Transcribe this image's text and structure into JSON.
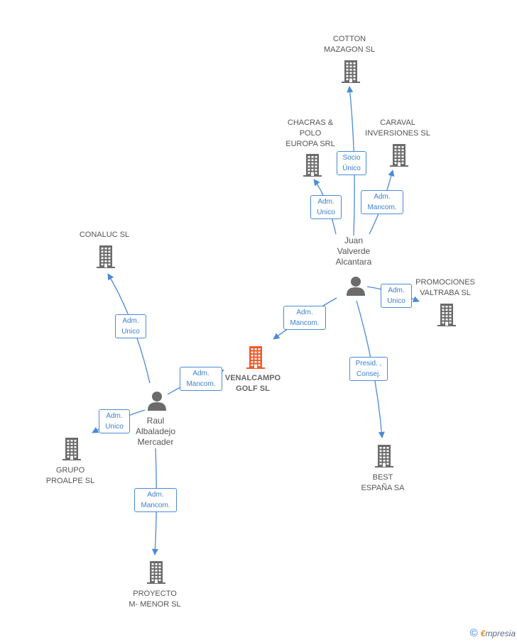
{
  "nodes": {
    "cotton": {
      "label": "COTTON\nMAZAGON SL",
      "type": "company"
    },
    "chacras": {
      "label": "CHACRAS &\nPOLO\nEUROPA SRL",
      "type": "company"
    },
    "caraval": {
      "label": "CARAVAL\nINVERSIONES SL",
      "type": "company"
    },
    "conaluc": {
      "label": "CONALUC SL",
      "type": "company"
    },
    "promociones": {
      "label": "PROMOCIONES\nVALTRABA SL",
      "type": "company"
    },
    "venalcampo": {
      "label": "VENALCAMPO\nGOLF SL",
      "type": "company-focus"
    },
    "best": {
      "label": "BEST\nESPAÑA SA",
      "type": "company"
    },
    "grupo": {
      "label": "GRUPO\nPROALPE SL",
      "type": "company"
    },
    "proyecto": {
      "label": "PROYECTO\nM- MENOR SL",
      "type": "company"
    },
    "juan": {
      "label": "Juan\nValverde\nAlcantara",
      "type": "person"
    },
    "raul": {
      "label": "Raul\nAlbaladejo\nMercader",
      "type": "person"
    }
  },
  "relations": {
    "socio_unico_cotton": "Socio\nÚnico",
    "adm_unico_chacras": "Adm.\nUnico",
    "adm_mancom_caraval": "Adm.\nMancom.",
    "adm_unico_promociones": "Adm.\nUnico",
    "adm_mancom_juan_venalcampo": "Adm.\nMancom.",
    "presid_consej_best": "Presid. ,\nConsej.",
    "adm_unico_conaluc": "Adm.\nUnico",
    "adm_mancom_raul_venalcampo": "Adm.\nMancom.",
    "adm_unico_grupo": "Adm.\nUnico",
    "adm_mancom_proyecto": "Adm.\nMancom."
  },
  "footer": {
    "copyright": "©",
    "brand_first": "€",
    "brand_rest": "mpresia"
  },
  "colors": {
    "edge": "#4a8ad8",
    "company_icon": "#6b6b6b",
    "focus_icon": "#f05a28",
    "person_icon": "#6b6b6b"
  }
}
